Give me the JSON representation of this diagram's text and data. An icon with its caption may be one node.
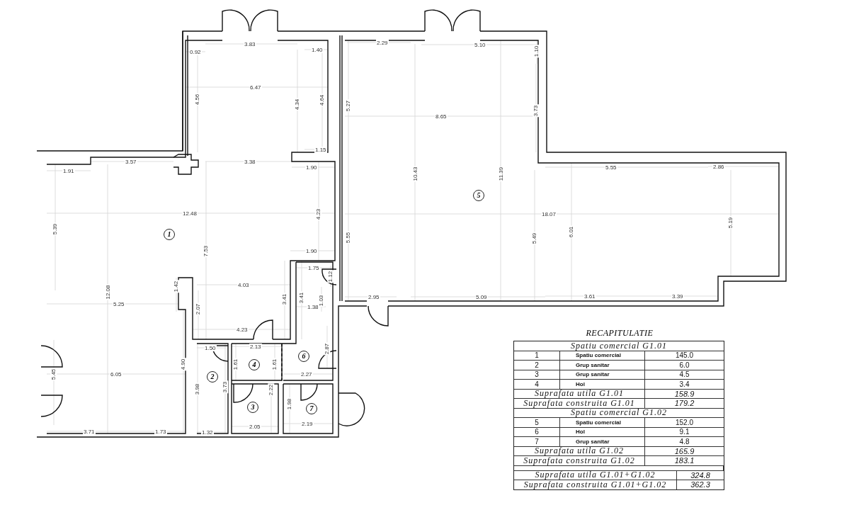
{
  "diagram": {
    "nodes": [
      {
        "text": [
          "1"
        ]
      },
      {
        "text": [
          "2"
        ]
      },
      {
        "text": [
          "3"
        ]
      },
      {
        "text": [
          "4"
        ]
      },
      {
        "text": [
          "5"
        ]
      },
      {
        "text": [
          "6"
        ]
      },
      {
        "text": [
          "7"
        ]
      }
    ],
    "labels": [
      "0.92",
      "3.83",
      "1.40",
      "2.29",
      "5.10",
      "1.10",
      "6.47",
      "4.56",
      "4.34",
      "4.64",
      "5.27",
      "8.65",
      "3.73",
      "1.15",
      "3.57",
      "3.38",
      "1.91",
      "1.90",
      "10.43",
      "11.39",
      "5.55",
      "2.86",
      "12.48",
      "4.23",
      "18.07",
      "5.19",
      "5.39",
      "6.01",
      "5.55",
      "7.53",
      "5.49",
      "1.90",
      "1.75",
      "1.12",
      "4.03",
      "3.41",
      "3.41",
      "1.38",
      "1.03",
      "2.95",
      "5.09",
      "3.61",
      "3.39",
      "1.42",
      "12.08",
      "5.25",
      "2.07",
      "4.23",
      "1.50",
      "2.13",
      "2.87",
      "1.61",
      "1.61",
      "2.27",
      "5.45",
      "6.05",
      "4.90",
      "3.98",
      "3.73",
      "2.22",
      "1.98",
      "2.19",
      "2.05",
      "3.71",
      "1.73",
      "1.32",
      "RECAPITULATIE",
      "Spatiu comercial G1.01",
      "1",
      "Spatiu comercial",
      "145.0",
      "2",
      "Grup sanitar",
      "6.0",
      "3",
      "Grup sanitar",
      "4.5",
      "4",
      "Hol",
      "3.4",
      "Suprafata utila G1.01",
      "158.9",
      "Suprafata construita G1.01",
      "179.2",
      "Spatiu comercial G1.02",
      "5",
      "Spatiu comercial",
      "152.0",
      "6",
      "Hol",
      "9.1",
      "7",
      "Grup sanitar",
      "4.8",
      "Suprafata utila G1.02",
      "165.9",
      "Suprafata construita G1.02",
      "183.1",
      "Suprafata utila G1.01+G1.02",
      "324.8",
      "Suprafata construita G1.01+G1.02",
      "362.3"
    ]
  }
}
